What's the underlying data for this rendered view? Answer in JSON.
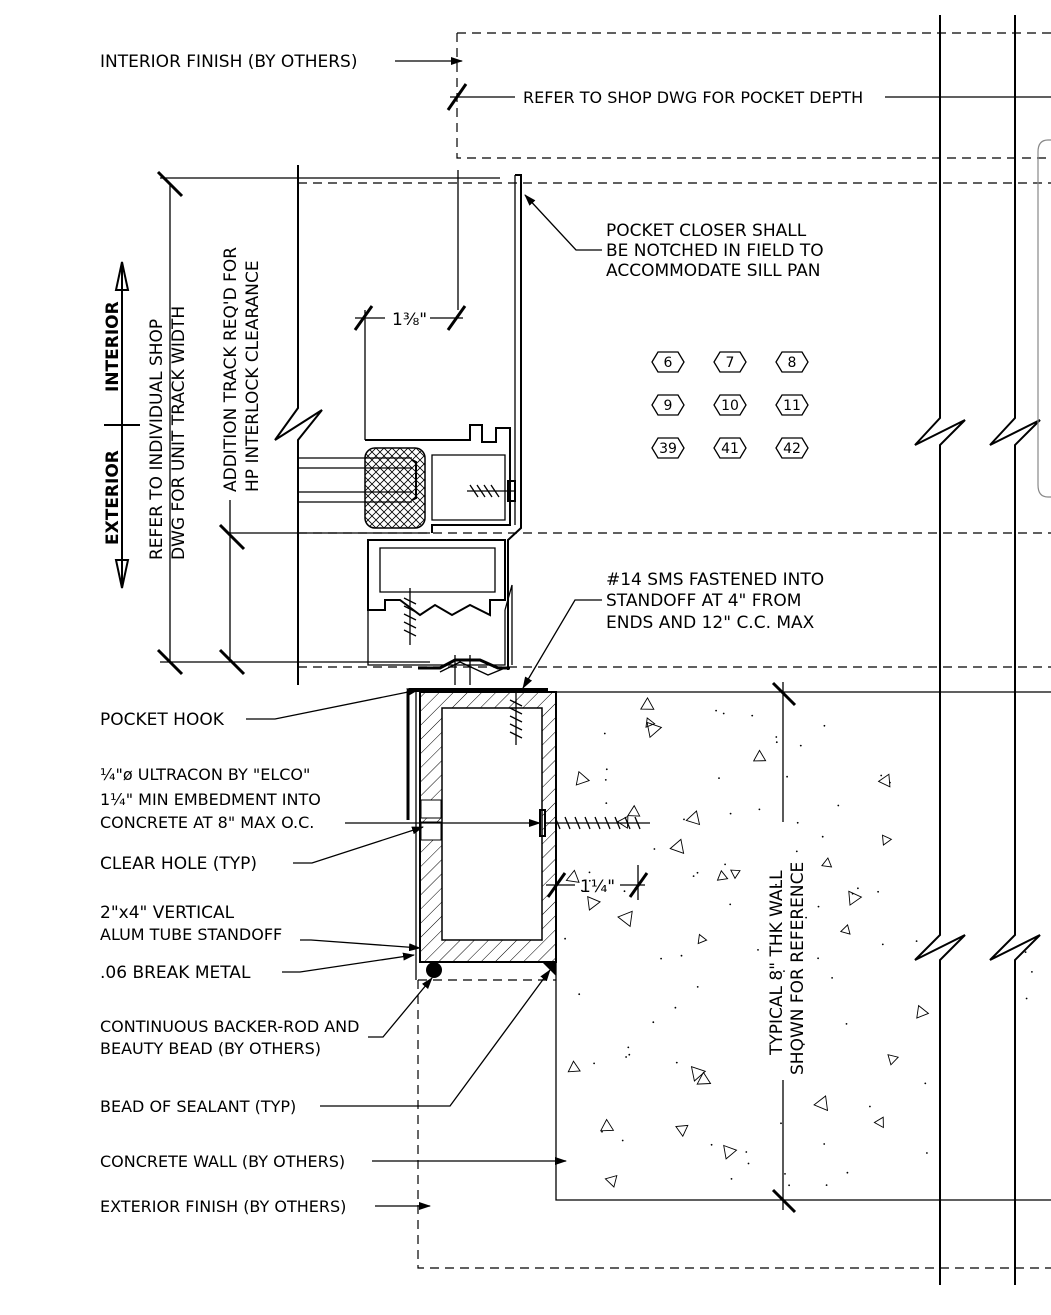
{
  "callouts": {
    "interior_finish": "INTERIOR FINISH (BY OTHERS)",
    "shop_dwg_pocket_depth": "REFER TO SHOP DWG FOR POCKET DEPTH",
    "pocket_closer_1": "POCKET CLOSER SHALL",
    "pocket_closer_2": "BE NOTCHED IN FIELD TO",
    "pocket_closer_3": "ACCOMMODATE SILL PAN",
    "sms_1": "#14 SMS FASTENED INTO",
    "sms_2": "STANDOFF AT 4\" FROM",
    "sms_3": "ENDS AND 12\" C.C. MAX",
    "pocket_hook": "POCKET HOOK",
    "ultracon_1": "¼\"ø ULTRACON BY \"ELCO\"",
    "ultracon_2": "1¼\" MIN EMBEDMENT INTO",
    "ultracon_3": "CONCRETE AT 8\" MAX O.C.",
    "clear_hole": "CLEAR HOLE (TYP)",
    "standoff_1": "2\"x4\" VERTICAL",
    "standoff_2": "ALUM TUBE STANDOFF",
    "break_metal": ".06 BREAK METAL",
    "backer_rod_1": "CONTINUOUS BACKER-ROD AND",
    "backer_rod_2": "BEAUTY BEAD (BY OTHERS)",
    "bead_sealant": "BEAD OF SEALANT (TYP)",
    "concrete_wall": "CONCRETE WALL (BY OTHERS)",
    "exterior_finish": "EXTERIOR FINISH (BY OTHERS)"
  },
  "vertical_labels": {
    "interior": "INTERIOR",
    "exterior": "EXTERIOR",
    "unit_track_1": "REFER TO INDIVIDUAL SHOP",
    "unit_track_2": "DWG FOR UNIT TRACK WIDTH",
    "interlock_1": "ADDITION TRACK REQ'D FOR",
    "interlock_2": "HP INTERLOCK CLEARANCE",
    "wall_1": "TYPICAL 8\" THK WALL",
    "wall_2": "SHOWN FOR REFERENCE"
  },
  "dimensions": {
    "closer_gap": "1⅜\"",
    "embed": "1¼\""
  },
  "tags": [
    "6",
    "7",
    "8",
    "9",
    "10",
    "11",
    "39",
    "41",
    "42"
  ]
}
